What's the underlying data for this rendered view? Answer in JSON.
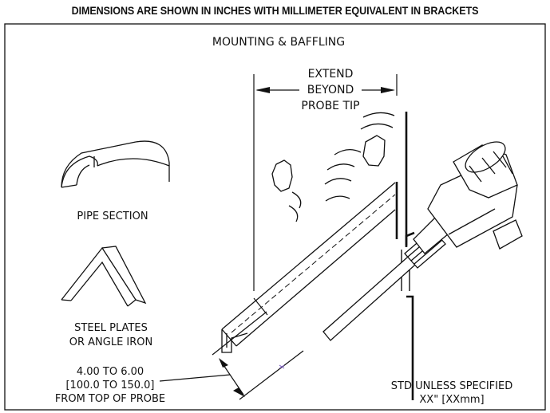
{
  "header": {
    "text": "DIMENSIONS ARE SHOWN IN INCHES WITH MILLIMETER EQUIVALENT IN BRACKETS"
  },
  "diagram": {
    "title": "MOUNTING & BAFFLING",
    "extend": [
      "EXTEND",
      "BEYOND",
      "PROBE TIP"
    ],
    "pipe_section": "PIPE SECTION",
    "steel": [
      "STEEL PLATES",
      "OR ANGLE IRON"
    ],
    "dimension": [
      "4.00 TO 6.00",
      "[100.0 TO 150.0]",
      "FROM TOP OF PROBE"
    ],
    "std": [
      "STD UNLESS SPECIFIED",
      "XX\" [XXmm]"
    ]
  }
}
